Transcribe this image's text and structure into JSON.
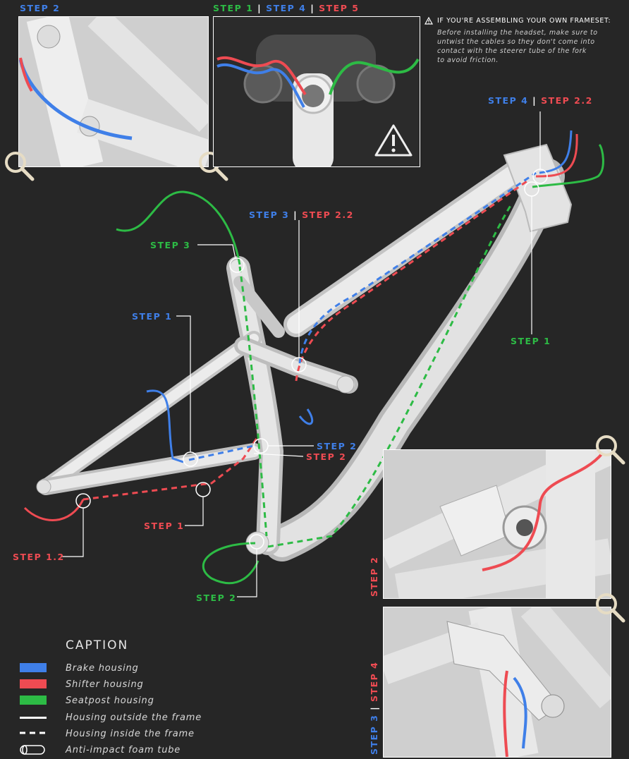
{
  "colors": {
    "brake": "#3f7fe8",
    "shifter": "#ee4b52",
    "seatpost": "#2dbb45",
    "background": "#262626",
    "frame": "#dcdcdc"
  },
  "panels": {
    "top_left": {
      "label": "STEP 2",
      "icon": "magnifier-icon"
    },
    "top_center": {
      "label_parts": [
        "STEP 1",
        " | ",
        "STEP 4",
        " | ",
        "STEP 5"
      ],
      "icon": "warning-triangle-icon"
    },
    "bottom_right_top": {
      "label": "STEP 2",
      "icon": "magnifier-icon"
    },
    "bottom_right_bottom": {
      "label_parts": [
        "STEP 3",
        " | ",
        "STEP 4"
      ],
      "icon": "magnifier-icon"
    }
  },
  "warning": {
    "title": "IF YOU'RE ASSEMBLING YOUR OWN FRAMESET:",
    "body": [
      "Before installing the headset, make sure to",
      "untwist the cables so they don't come into",
      "contact with the steerer tube of the fork",
      "to avoid friction."
    ]
  },
  "callouts": {
    "step4_step22": [
      "STEP 4",
      " | ",
      "STEP 2.2"
    ],
    "step3_left": "STEP 3",
    "step3_step22": [
      "STEP 3",
      " | ",
      "STEP 2.2"
    ],
    "step1_blue": "STEP 1",
    "step1_green": "STEP 1",
    "step2_blue": "STEP 2",
    "step2_red": "STEP 2",
    "step1_red": "STEP 1",
    "step12_red": "STEP 1.2",
    "step2_green": "STEP 2"
  },
  "caption": {
    "title": "CAPTION",
    "items": [
      {
        "label": "Brake housing",
        "swatch": "brake"
      },
      {
        "label": "Shifter housing",
        "swatch": "shifter"
      },
      {
        "label": "Seatpost housing",
        "swatch": "seatpost"
      },
      {
        "label": "Housing outside the frame",
        "swatch": "solid-line"
      },
      {
        "label": "Housing inside the frame",
        "swatch": "dashed-line"
      },
      {
        "label": "Anti-impact foam tube",
        "swatch": "foam-tube-icon"
      }
    ]
  }
}
